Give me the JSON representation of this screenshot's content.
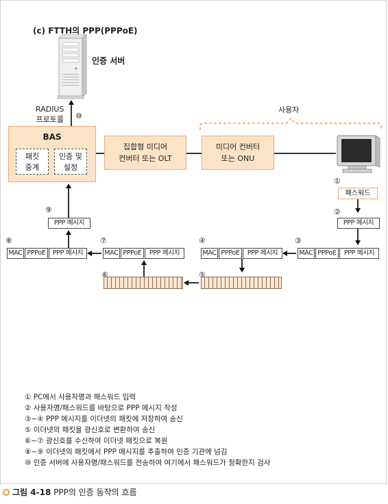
{
  "title": "(c) FTTH의 PPP(PPPoE)",
  "server_label": "인증 서버",
  "radius_label_1": "RADIUS",
  "radius_label_2": "프로토콜",
  "user_label": "사용자",
  "bas": {
    "title": "BAS",
    "relay": [
      "패킷",
      "중계"
    ],
    "auth": [
      "인증 및",
      "설정"
    ]
  },
  "media_olt": [
    "집합형 미디어",
    "컨버터 또는 OLT"
  ],
  "media_onu": [
    "미디어 컨버터",
    "또는 ONU"
  ],
  "password_box": "패스워드",
  "labels": {
    "mac": "MAC",
    "pppoe": "PPPoE",
    "ppp": "PPP 메시지"
  },
  "steps": {
    "s1": "①",
    "s2": "②",
    "s3": "③",
    "s4": "④",
    "s5": "⑤",
    "s6": "⑥",
    "s7": "⑦",
    "s8": "⑧",
    "s9": "⑨",
    "s10": "⑩"
  },
  "legend": [
    "① PC에서 사용자명과 패스워드 입력",
    "② 사용자명/패스워드를 바탕으로 PPP 메시지 작성",
    "③~④ PPP 메시지를 이더넷의 패킷에 저장하여 송신",
    "⑤ 이더넷의 패킷을 광신호로 변환하여 송신",
    "⑥~⑦ 광신호를 수신하여 이더넷 패킷으로 복원",
    "⑧~⑨ 이더넷의 패킷에서 PPP 메시지를 추출하여 인증 기관에 넘김",
    "⑩ 인증 서버에 사용자명/패스워드를 전송하여 여기에서 패스워드가 정확한지 검사"
  ],
  "caption": {
    "label": "그림 4-18",
    "text": " PPP의 인증 동작의 흐름"
  },
  "colors": {
    "box_fill": "#fbe3c7",
    "box_border": "#e8a877",
    "accent": "#f29a3b"
  }
}
